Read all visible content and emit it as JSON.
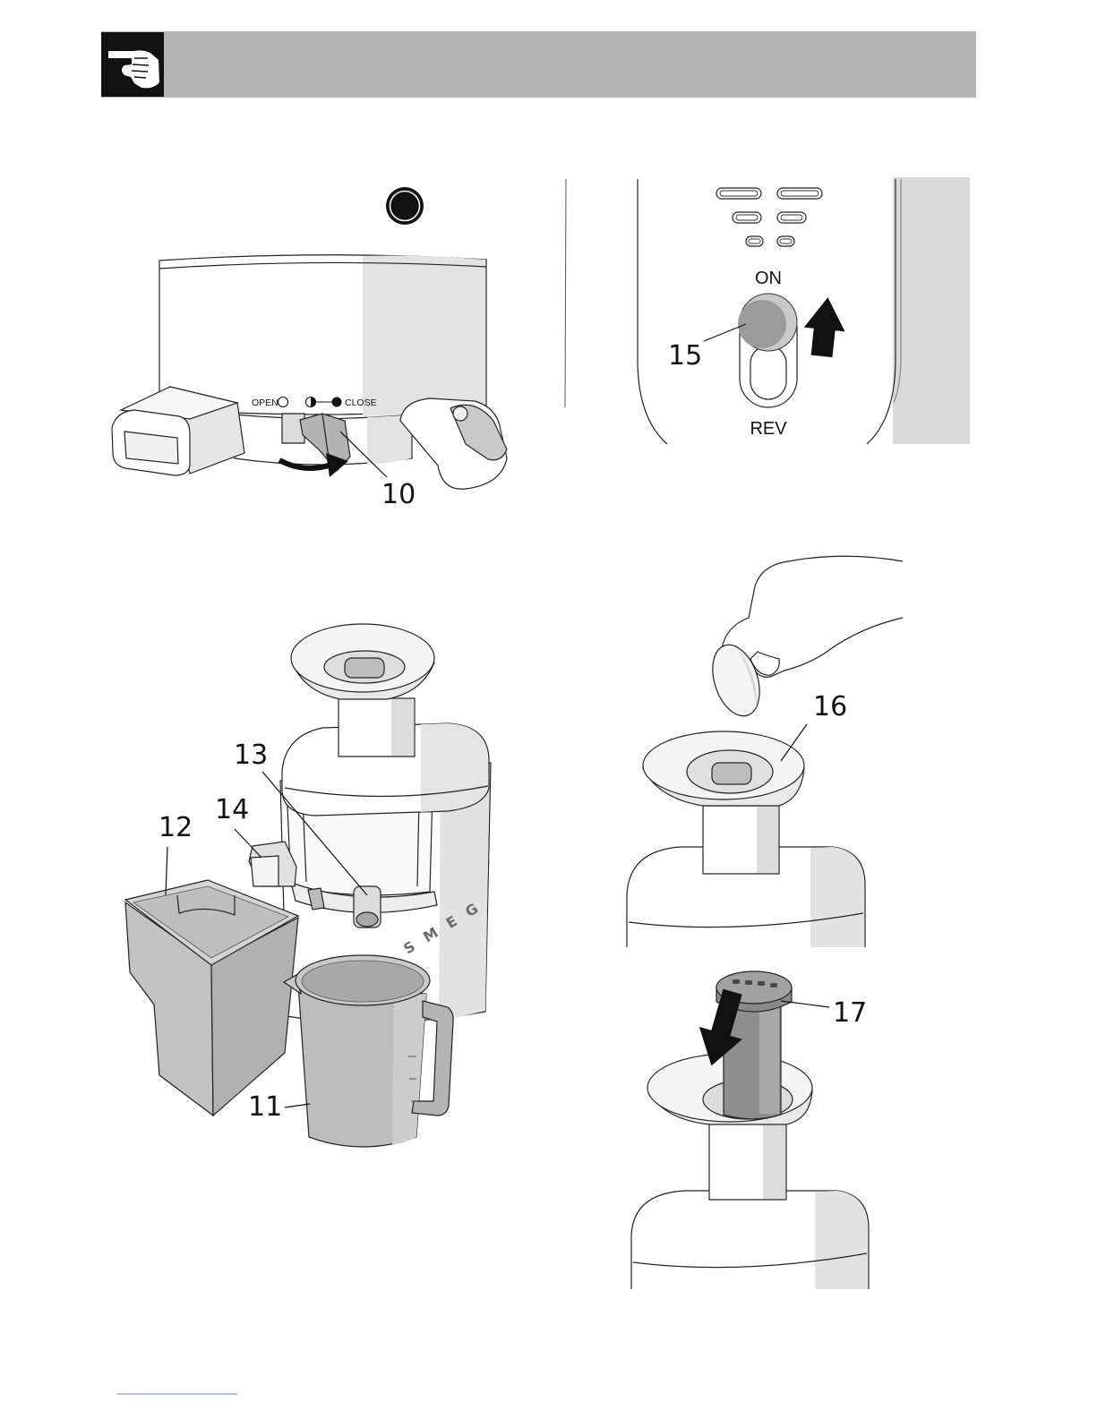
{
  "header": {
    "icon": "pointing-hand-icon",
    "bar_color": "#b4b4b4",
    "icon_background": "#111111"
  },
  "fig_spout_selector": {
    "open_label": "OPEN",
    "close_label": "CLOSE",
    "callout": "10"
  },
  "fig_power_switch": {
    "on_label": "ON",
    "rev_label": "REV",
    "callout": "15",
    "arrow_icon": "arrow-up-icon"
  },
  "fig_assembly": {
    "brand": "SMEG",
    "callout_jug": "11",
    "callout_pulp_container": "12",
    "callout_juice_spout": "13",
    "callout_pulp_spout": "14"
  },
  "fig_feeding": {
    "callout": "16"
  },
  "fig_pusher": {
    "callout": "17",
    "arrow_icon": "arrow-down-icon"
  }
}
